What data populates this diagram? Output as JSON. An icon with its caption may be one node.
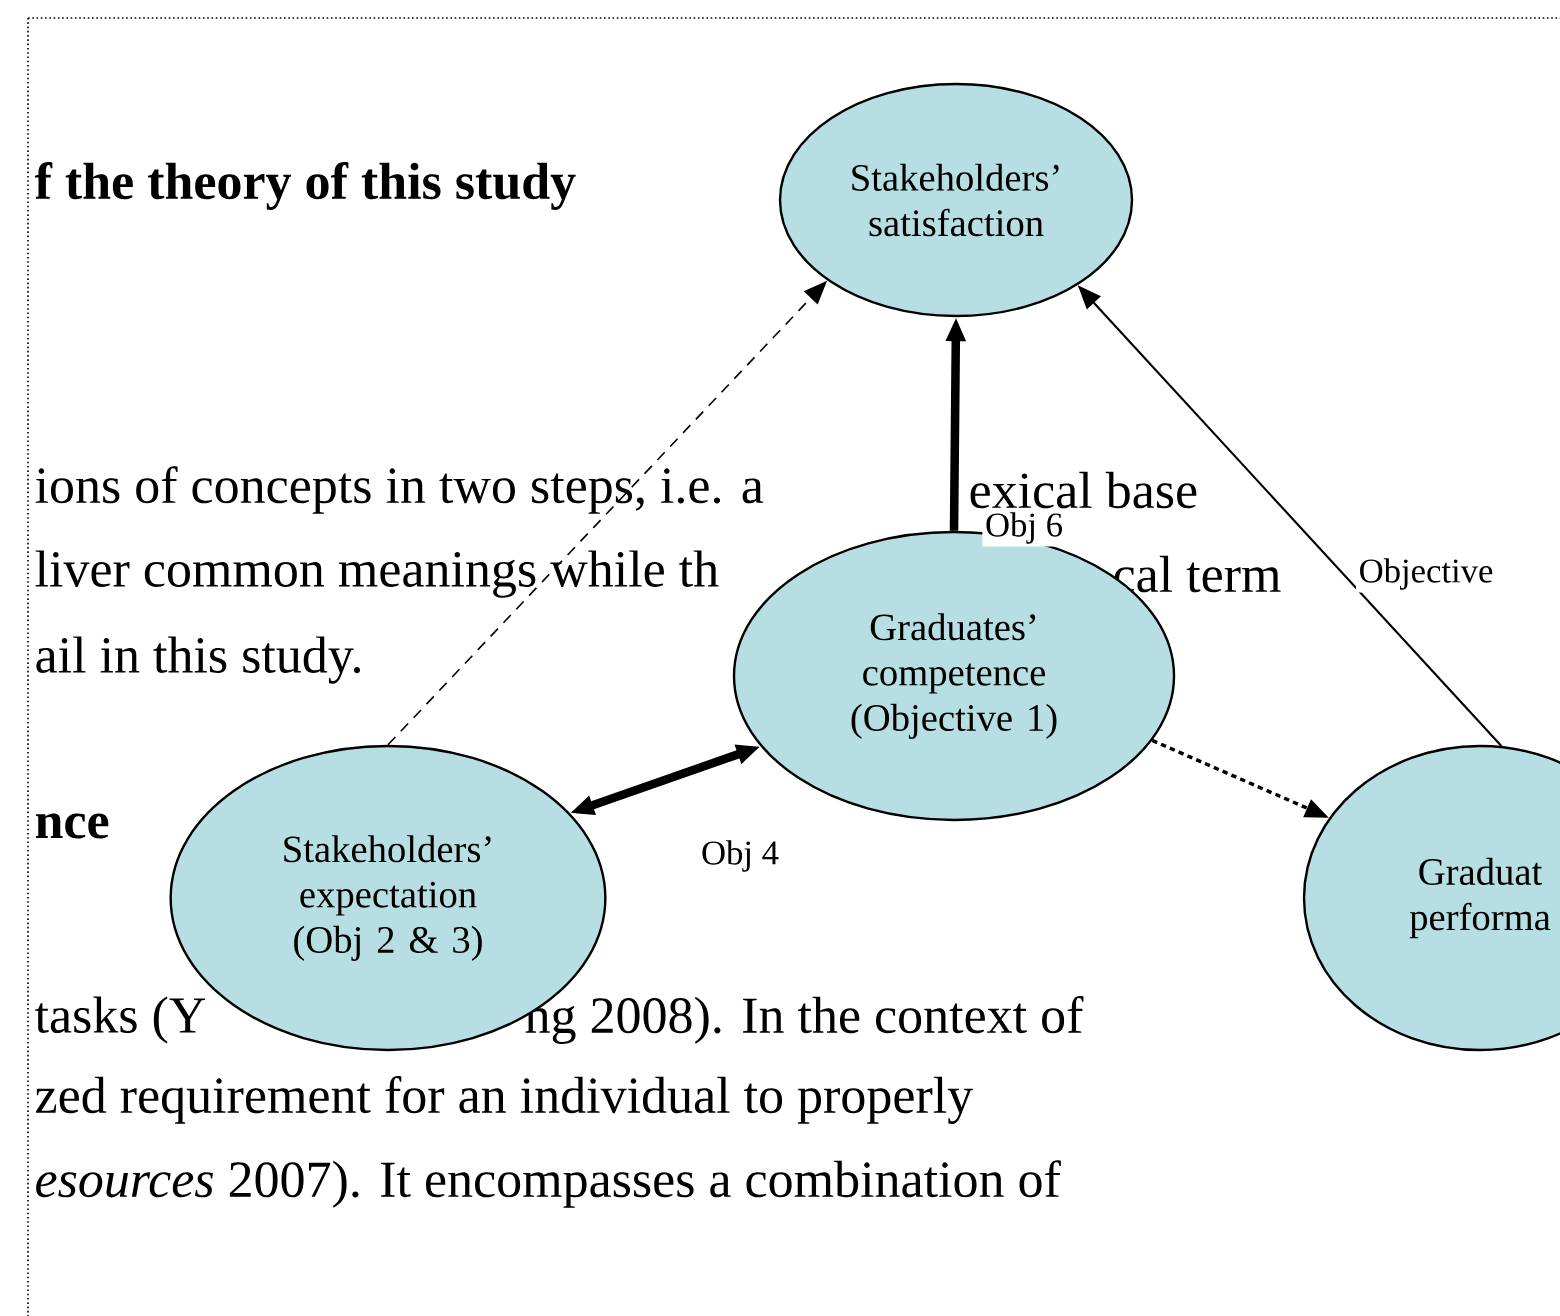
{
  "diagram": {
    "nodes": [
      {
        "text": [
          "Stakeholders’ satisfaction"
        ]
      },
      {
        "text": [
          "Graduates’ competence (Objective 1)"
        ]
      },
      {
        "text": [
          "Stakeholders’ expectation (Obj 2 & 3)"
        ]
      },
      {
        "text": [
          "Graduat performa"
        ]
      }
    ],
    "edges": [
      {
        "from": 2,
        "to": 0,
        "arrow": "to",
        "style": "dashed"
      },
      {
        "from": 1,
        "to": 0,
        "arrow": "to",
        "style": "thick",
        "label": "Obj 6"
      },
      {
        "from": 2,
        "to": 1,
        "arrow": "both",
        "style": "thick",
        "label": "Obj 4"
      },
      {
        "from": 1,
        "to": 3,
        "arrow": "to",
        "style": "dashed"
      },
      {
        "from": 3,
        "to": 0,
        "arrow": "to",
        "label": "Objective"
      }
    ],
    "labels": [
      "f the theory of this study",
      "ions of concepts in two steps, i.e. a",
      "exical base",
      "liver common meanings while th",
      "cal term",
      "ail in this study.",
      "nce",
      "tasks (Y",
      "ng 2008). In the context of",
      "zed requirement for an individual to properly",
      "*esources* 2007). It encompasses a combination of"
    ]
  }
}
